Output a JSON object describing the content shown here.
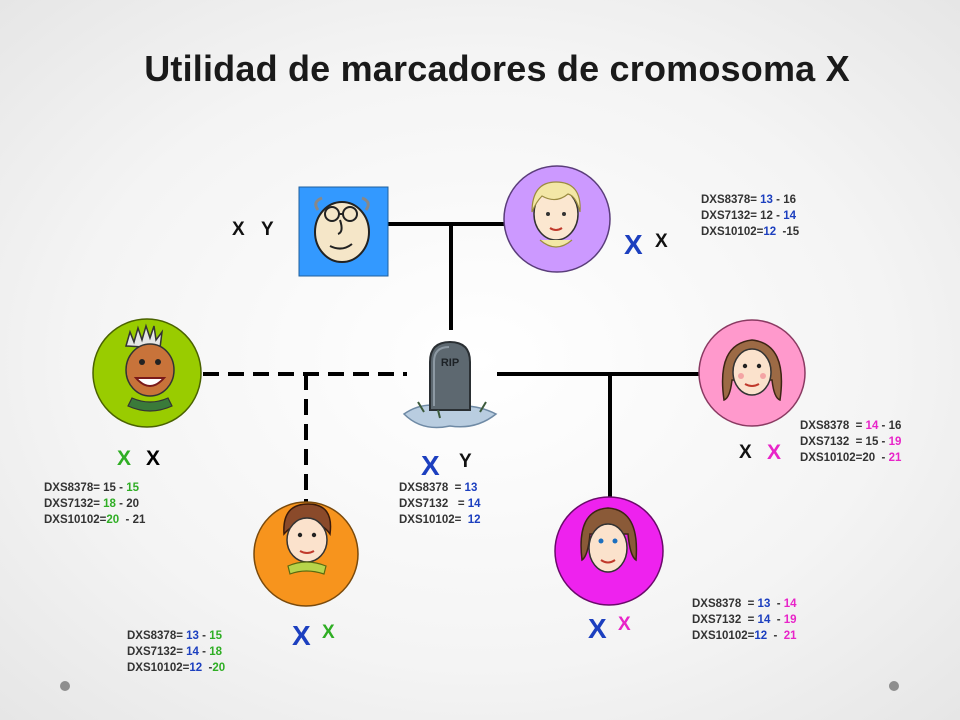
{
  "title": "Utilidad de marcadores de cromosoma X",
  "colors": {
    "blue": "#1c3fbf",
    "green": "#2fae24",
    "pink": "#e824c8",
    "magenta_circle": "#ee22ee",
    "orange_circle": "#f7941d",
    "green_circle": "#99cc00",
    "purple_circle": "#cc99ff",
    "pink_circle": "#ff99cc",
    "blue_square": "#3399ff"
  },
  "people": {
    "grandfather": {
      "icon": "old-man-face-icon",
      "shape": "square",
      "chromosomes": [
        {
          "text": "X",
          "color": "black"
        },
        {
          "text": "Y",
          "color": "black"
        }
      ]
    },
    "grandmother": {
      "icon": "blonde-woman-face-icon",
      "shape": "circle",
      "chromosomes": [
        {
          "text": "X",
          "color": "blue"
        },
        {
          "text": "X",
          "color": "black"
        }
      ],
      "markers": [
        {
          "name": "DXS8378=",
          "a": "13",
          "sep": "-",
          "b": "16",
          "a_color": "blue",
          "b_color": "black"
        },
        {
          "name": "DXS7132=",
          "a": "12",
          "sep": "-",
          "b": "14",
          "a_color": "black",
          "b_color": "blue"
        },
        {
          "name": "DXS10102=",
          "a": "12",
          "sep": "",
          "b": "-15",
          "a_color": "blue",
          "b_color": "black"
        }
      ]
    },
    "deceased_father": {
      "icon": "tombstone-icon",
      "tomb_text": "RIP",
      "chromosomes": [
        {
          "text": "X",
          "color": "blue"
        },
        {
          "text": "Y",
          "color": "black"
        }
      ],
      "markers": [
        {
          "name": "DXS8378",
          "eq": "=",
          "a": "13",
          "a_color": "blue"
        },
        {
          "name": "DXS7132",
          "eq": "=",
          "a": "14",
          "a_color": "blue"
        },
        {
          "name": "DXS10102=",
          "eq": "",
          "a": "12",
          "a_color": "blue"
        }
      ]
    },
    "left_woman": {
      "icon": "spiky-hair-face-icon",
      "shape": "circle",
      "chromosomes": [
        {
          "text": "X",
          "color": "green"
        },
        {
          "text": "X",
          "color": "black"
        }
      ],
      "markers": [
        {
          "name": "DXS8378=",
          "a": "15",
          "sep": "-",
          "b": "15",
          "a_color": "black",
          "b_color": "green"
        },
        {
          "name": "DXS7132=",
          "a": "18",
          "sep": "-",
          "b": "20",
          "a_color": "green",
          "b_color": "black"
        },
        {
          "name": "DXS10102=",
          "a": "20",
          "sep": "-",
          "b": "21",
          "a_color": "green",
          "b_color": "black"
        }
      ]
    },
    "right_woman": {
      "icon": "brown-hair-woman-face-icon",
      "shape": "circle",
      "chromosomes": [
        {
          "text": "X",
          "color": "black"
        },
        {
          "text": "X",
          "color": "pink"
        }
      ],
      "markers": [
        {
          "name": "DXS8378",
          "eq": "=",
          "a": "14",
          "sep": "-",
          "b": "16",
          "a_color": "pink",
          "b_color": "black"
        },
        {
          "name": "DXS7132",
          "eq": "=",
          "a": "15",
          "sep": "-",
          "b": "19",
          "a_color": "black",
          "b_color": "pink"
        },
        {
          "name": "DXS10102=",
          "eq": "",
          "a": "20",
          "sep": "-",
          "b": "21",
          "a_color": "black",
          "b_color": "pink"
        }
      ]
    },
    "orange_child": {
      "icon": "curly-hair-girl-face-icon",
      "shape": "circle",
      "chromosomes": [
        {
          "text": "X",
          "color": "blue"
        },
        {
          "text": "X",
          "color": "green"
        }
      ],
      "markers": [
        {
          "name": "DXS8378=",
          "a": "13",
          "sep": "-",
          "b": "15",
          "a_color": "blue",
          "b_color": "green"
        },
        {
          "name": "DXS7132=",
          "a": "14",
          "sep": "-",
          "b": "18",
          "a_color": "blue",
          "b_color": "green"
        },
        {
          "name": "DXS10102=",
          "a": "12",
          "sep": "-",
          "b": "20",
          "a_color": "blue",
          "b_color": "green"
        }
      ]
    },
    "magenta_child": {
      "icon": "woman-face-icon",
      "shape": "circle",
      "chromosomes": [
        {
          "text": "X",
          "color": "blue"
        },
        {
          "text": "X",
          "color": "pink"
        }
      ],
      "markers": [
        {
          "name": "DXS8378",
          "eq": "=",
          "a": "13",
          "sep": "-",
          "b": "14",
          "a_color": "blue",
          "b_color": "pink"
        },
        {
          "name": "DXS7132",
          "eq": "=",
          "a": "14",
          "sep": "-",
          "b": "19",
          "a_color": "blue",
          "b_color": "pink"
        },
        {
          "name": "DXS10102=",
          "eq": "",
          "a": "12",
          "sep": "-",
          "b": "21",
          "a_color": "blue",
          "b_color": "pink"
        }
      ]
    }
  }
}
